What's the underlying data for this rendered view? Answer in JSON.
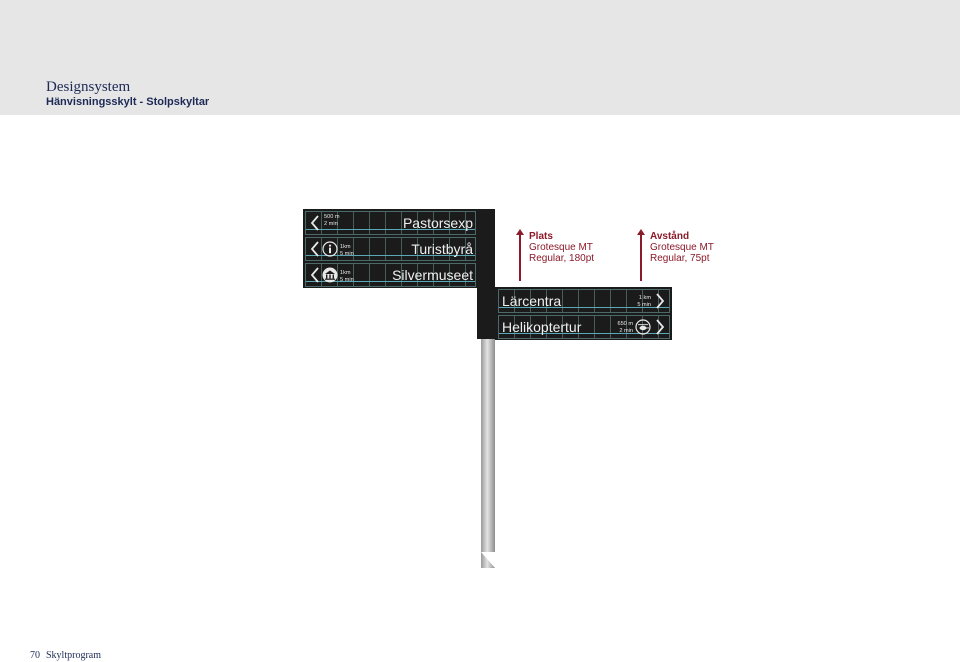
{
  "header": {
    "title": "Designsystem",
    "subtitle": "Hänvisningsskylt - Stolpskyltar"
  },
  "sign_left": {
    "rows": [
      {
        "distance": "500 m",
        "time": "2 min",
        "destination": "Pastorsexp",
        "pictogram": ""
      },
      {
        "distance": "1km",
        "time": "5 min",
        "destination": "Turistbyrå",
        "pictogram": "info-icon"
      },
      {
        "distance": "1km",
        "time": "5 min",
        "destination": "Silvermuseet",
        "pictogram": "museum-icon"
      }
    ],
    "arrow": "chevron-left-icon"
  },
  "sign_right": {
    "rows": [
      {
        "destination": "Lärcentra",
        "distance": "1 km",
        "time": "5 min",
        "pictogram": ""
      },
      {
        "destination": "Helikoptertur",
        "distance": "650 m",
        "time": "2 min",
        "pictogram": "helicopter-icon"
      }
    ],
    "arrow": "chevron-right-icon"
  },
  "callouts": [
    {
      "title": "Plats",
      "line1": "Grotesque MT",
      "line2": "Regular, 180pt"
    },
    {
      "title": "Avstånd",
      "line1": "Grotesque MT",
      "line2": "Regular, 75pt"
    }
  ],
  "footer": {
    "page_number": "70",
    "label": "Skyltprogram"
  },
  "colors": {
    "header_band": "#e6e6e7",
    "navy_text": "#1d2a55",
    "callout_red": "#8b1a2a",
    "sign_black": "#1b1b1b"
  }
}
